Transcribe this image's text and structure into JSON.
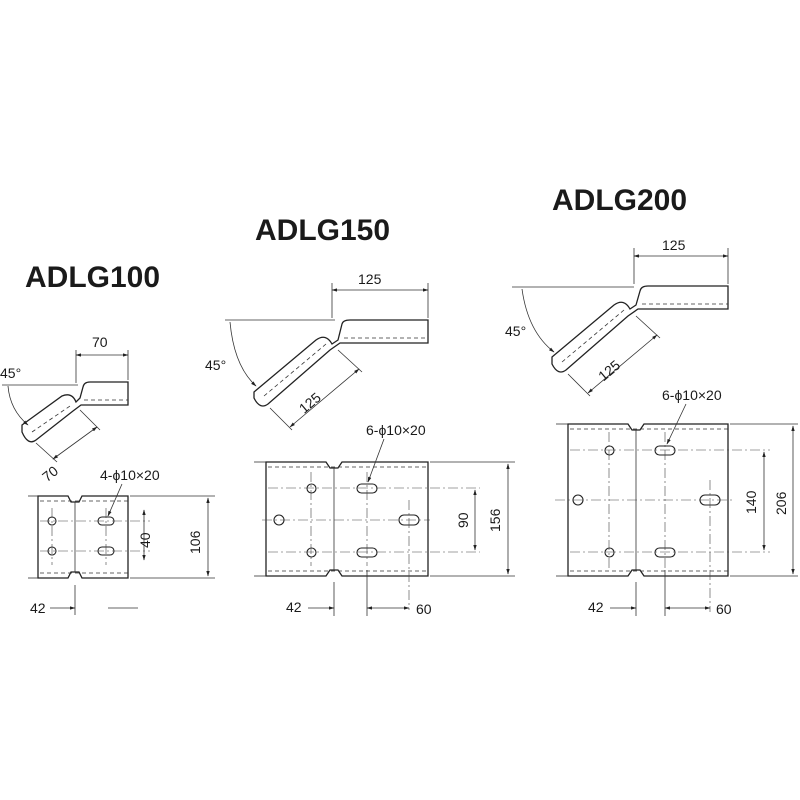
{
  "models": [
    {
      "title": "ADLG100",
      "angle_label": "45°",
      "top_length_label": "70",
      "slope_length_label": "70",
      "hole_spec": "4-ϕ10×20",
      "hole_pitch_label": "40",
      "height_label": "106",
      "left_offset_label": "42"
    },
    {
      "title": "ADLG150",
      "angle_label": "45°",
      "top_length_label": "125",
      "slope_length_label": "125",
      "hole_spec": "6-ϕ10×20",
      "hole_pitch_label": "90",
      "height_label": "156",
      "left_offset_label": "42",
      "slot_offset_label": "60"
    },
    {
      "title": "ADLG200",
      "angle_label": "45°",
      "top_length_label": "125",
      "slope_length_label": "125",
      "hole_spec": "6-ϕ10×20",
      "hole_pitch_label": "140",
      "height_label": "206",
      "left_offset_label": "42",
      "slot_offset_label": "60"
    }
  ]
}
